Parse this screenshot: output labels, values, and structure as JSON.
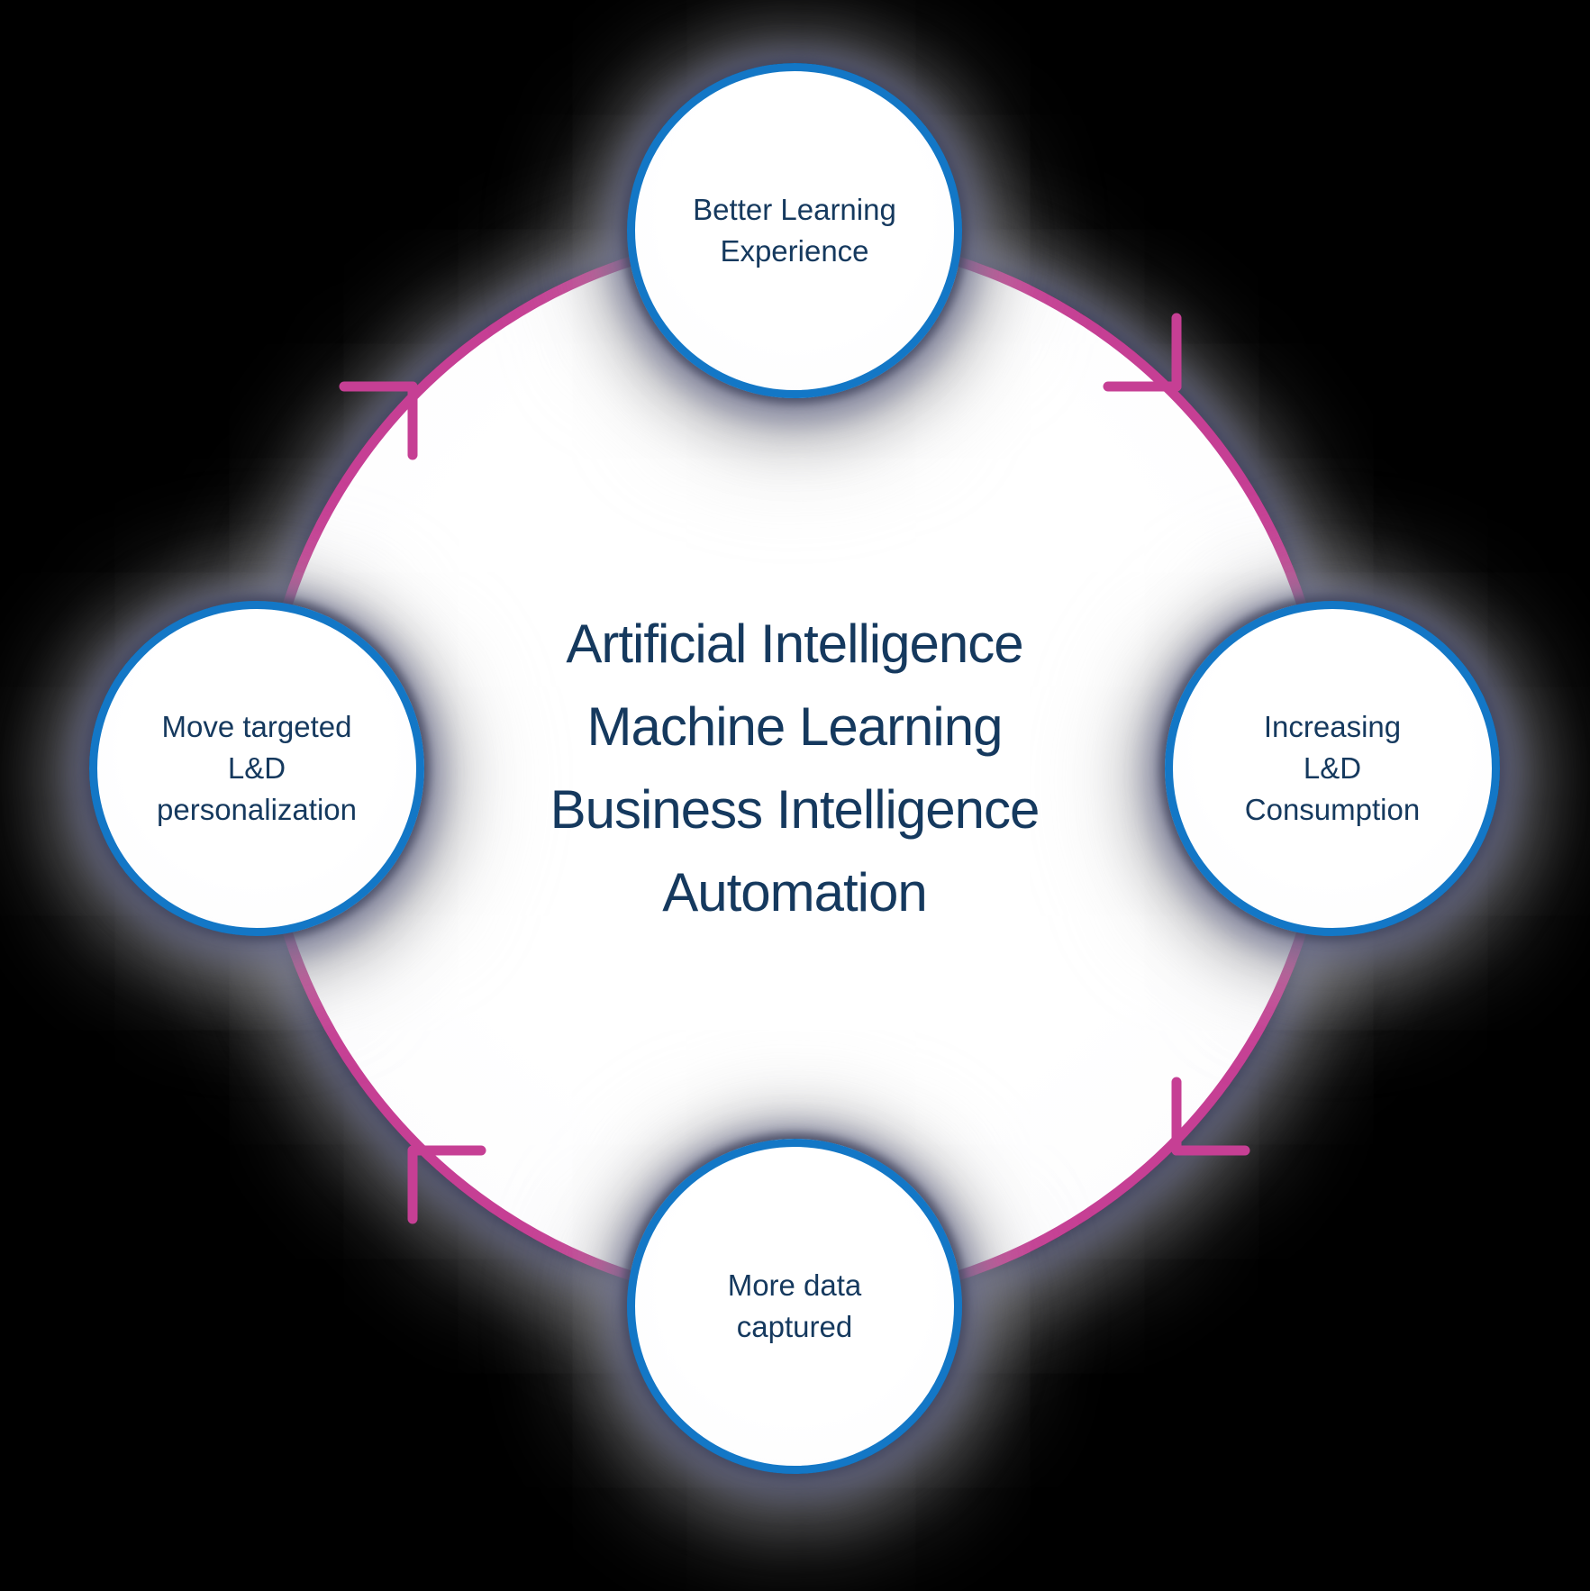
{
  "theme": {
    "background": "#000000",
    "ring-pink": "#C63F94",
    "node-blue": "#1377C6",
    "text-navy": "#15395E",
    "fill-white": "#FDFDFE"
  },
  "diagram": {
    "type": "cycle",
    "flow_direction": "clockwise",
    "arrow_count": 4,
    "center_label": {
      "lines": [
        "Artificial Intelligence",
        "Machine Learning",
        "Business Intelligence",
        "Automation"
      ]
    },
    "nodes": [
      {
        "position": "top",
        "lines": [
          "Better Learning",
          "Experience"
        ]
      },
      {
        "position": "right",
        "lines": [
          "Increasing",
          "L&D",
          "Consumption"
        ]
      },
      {
        "position": "bottom",
        "lines": [
          "More data",
          "captured"
        ]
      },
      {
        "position": "left",
        "lines": [
          "Move targeted",
          "L&D",
          "personalization"
        ]
      }
    ]
  }
}
